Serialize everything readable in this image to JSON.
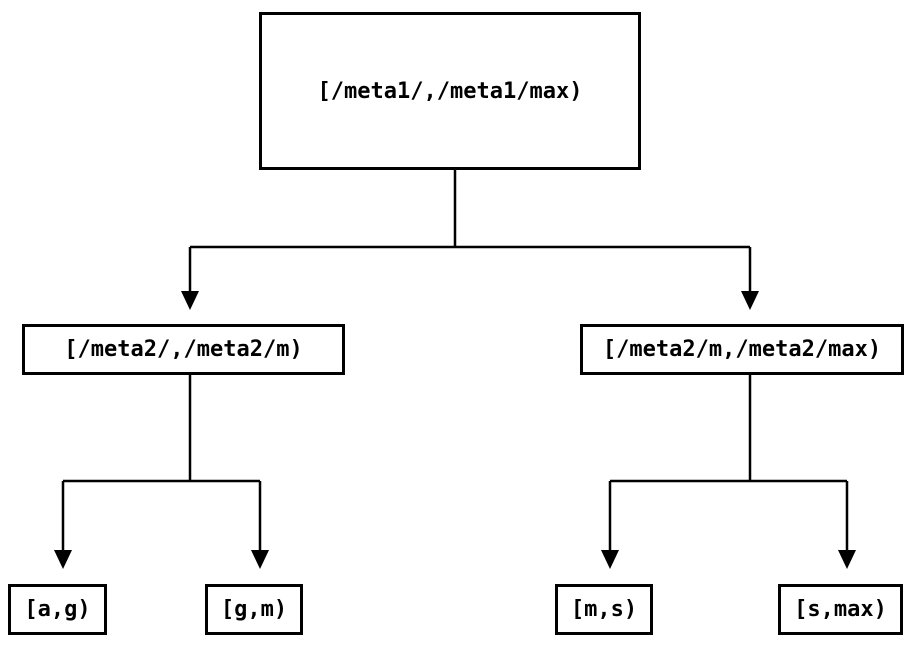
{
  "diagram": {
    "type": "tree",
    "colors": {
      "background": "#ffffff",
      "line": "#000000",
      "text": "#000000",
      "box_border": "#000000"
    },
    "nodes": {
      "root": {
        "label": "[/meta1/,/meta1/max)"
      },
      "mid_left": {
        "label": "[/meta2/,/meta2/m)"
      },
      "mid_right": {
        "label": "[/meta2/m,/meta2/max)"
      },
      "leaf_ag": {
        "label": "[a,g)"
      },
      "leaf_gm": {
        "label": "[g,m)"
      },
      "leaf_ms": {
        "label": "[m,s)"
      },
      "leaf_smax": {
        "label": "[s,max)"
      }
    },
    "edges": [
      {
        "from": "root",
        "to": "mid_left"
      },
      {
        "from": "root",
        "to": "mid_right"
      },
      {
        "from": "mid_left",
        "to": "leaf_ag"
      },
      {
        "from": "mid_left",
        "to": "leaf_gm"
      },
      {
        "from": "mid_right",
        "to": "leaf_ms"
      },
      {
        "from": "mid_right",
        "to": "leaf_smax"
      }
    ]
  }
}
